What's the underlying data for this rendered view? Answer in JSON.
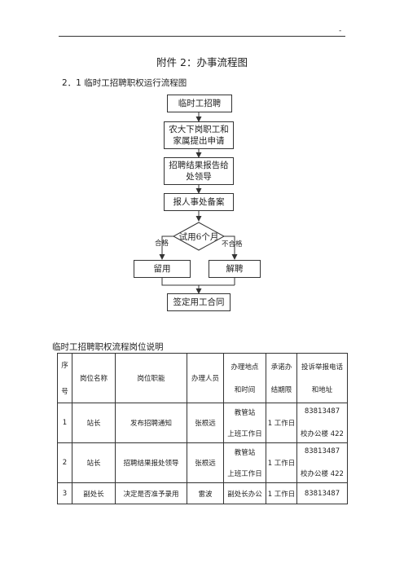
{
  "header": {
    "page_mark": "-"
  },
  "doc": {
    "title": "附件 2：办事流程图",
    "section": "2．1 临时工招聘职权运行流程图"
  },
  "flowchart": {
    "nodes": [
      {
        "id": "n1",
        "lines": [
          "临时工招聘"
        ]
      },
      {
        "id": "n2",
        "lines": [
          "农大下岗职工和",
          "家属提出申请"
        ]
      },
      {
        "id": "n3",
        "lines": [
          "招聘结果报告给",
          "处领导"
        ]
      },
      {
        "id": "n4",
        "lines": [
          "报人事处备案"
        ]
      },
      {
        "id": "n5",
        "lines": [
          "试用6个月"
        ]
      },
      {
        "id": "n6",
        "lines": [
          "留用"
        ]
      },
      {
        "id": "n7",
        "lines": [
          "解聘"
        ]
      },
      {
        "id": "n8",
        "lines": [
          "签定用工合同"
        ]
      }
    ],
    "edge_labels": {
      "pass": "合格",
      "fail": "不合格"
    }
  },
  "table": {
    "caption": "临时工招聘职权流程岗位说明",
    "headers": [
      [
        "序",
        "号"
      ],
      [
        "岗位名称"
      ],
      [
        "岗位职能"
      ],
      [
        "办理人员"
      ],
      [
        "办理地点",
        "和时间"
      ],
      [
        "承诺办",
        "结期限"
      ],
      [
        "投诉举报电话",
        "和地址"
      ]
    ],
    "rows": [
      {
        "no": "1",
        "post": "站长",
        "duty": "发布招聘通知",
        "handler": "张根远",
        "place": [
          "教管站",
          "上班工作日"
        ],
        "deadline": "1 工作日",
        "complaint": [
          "83813487",
          "校办公楼 422"
        ]
      },
      {
        "no": "2",
        "post": "站长",
        "duty": "招聘结果报处领导",
        "handler": "张根远",
        "place": [
          "教管站",
          "上班工作日"
        ],
        "deadline": "1 工作日",
        "complaint": [
          "83813487",
          "校办公楼 422"
        ]
      },
      {
        "no": "3",
        "post": "副处长",
        "duty": "决定是否准予录用",
        "handler": "雷波",
        "place": [
          "副处长办公"
        ],
        "deadline": "1 工作日",
        "complaint": [
          "83813487"
        ]
      }
    ]
  }
}
